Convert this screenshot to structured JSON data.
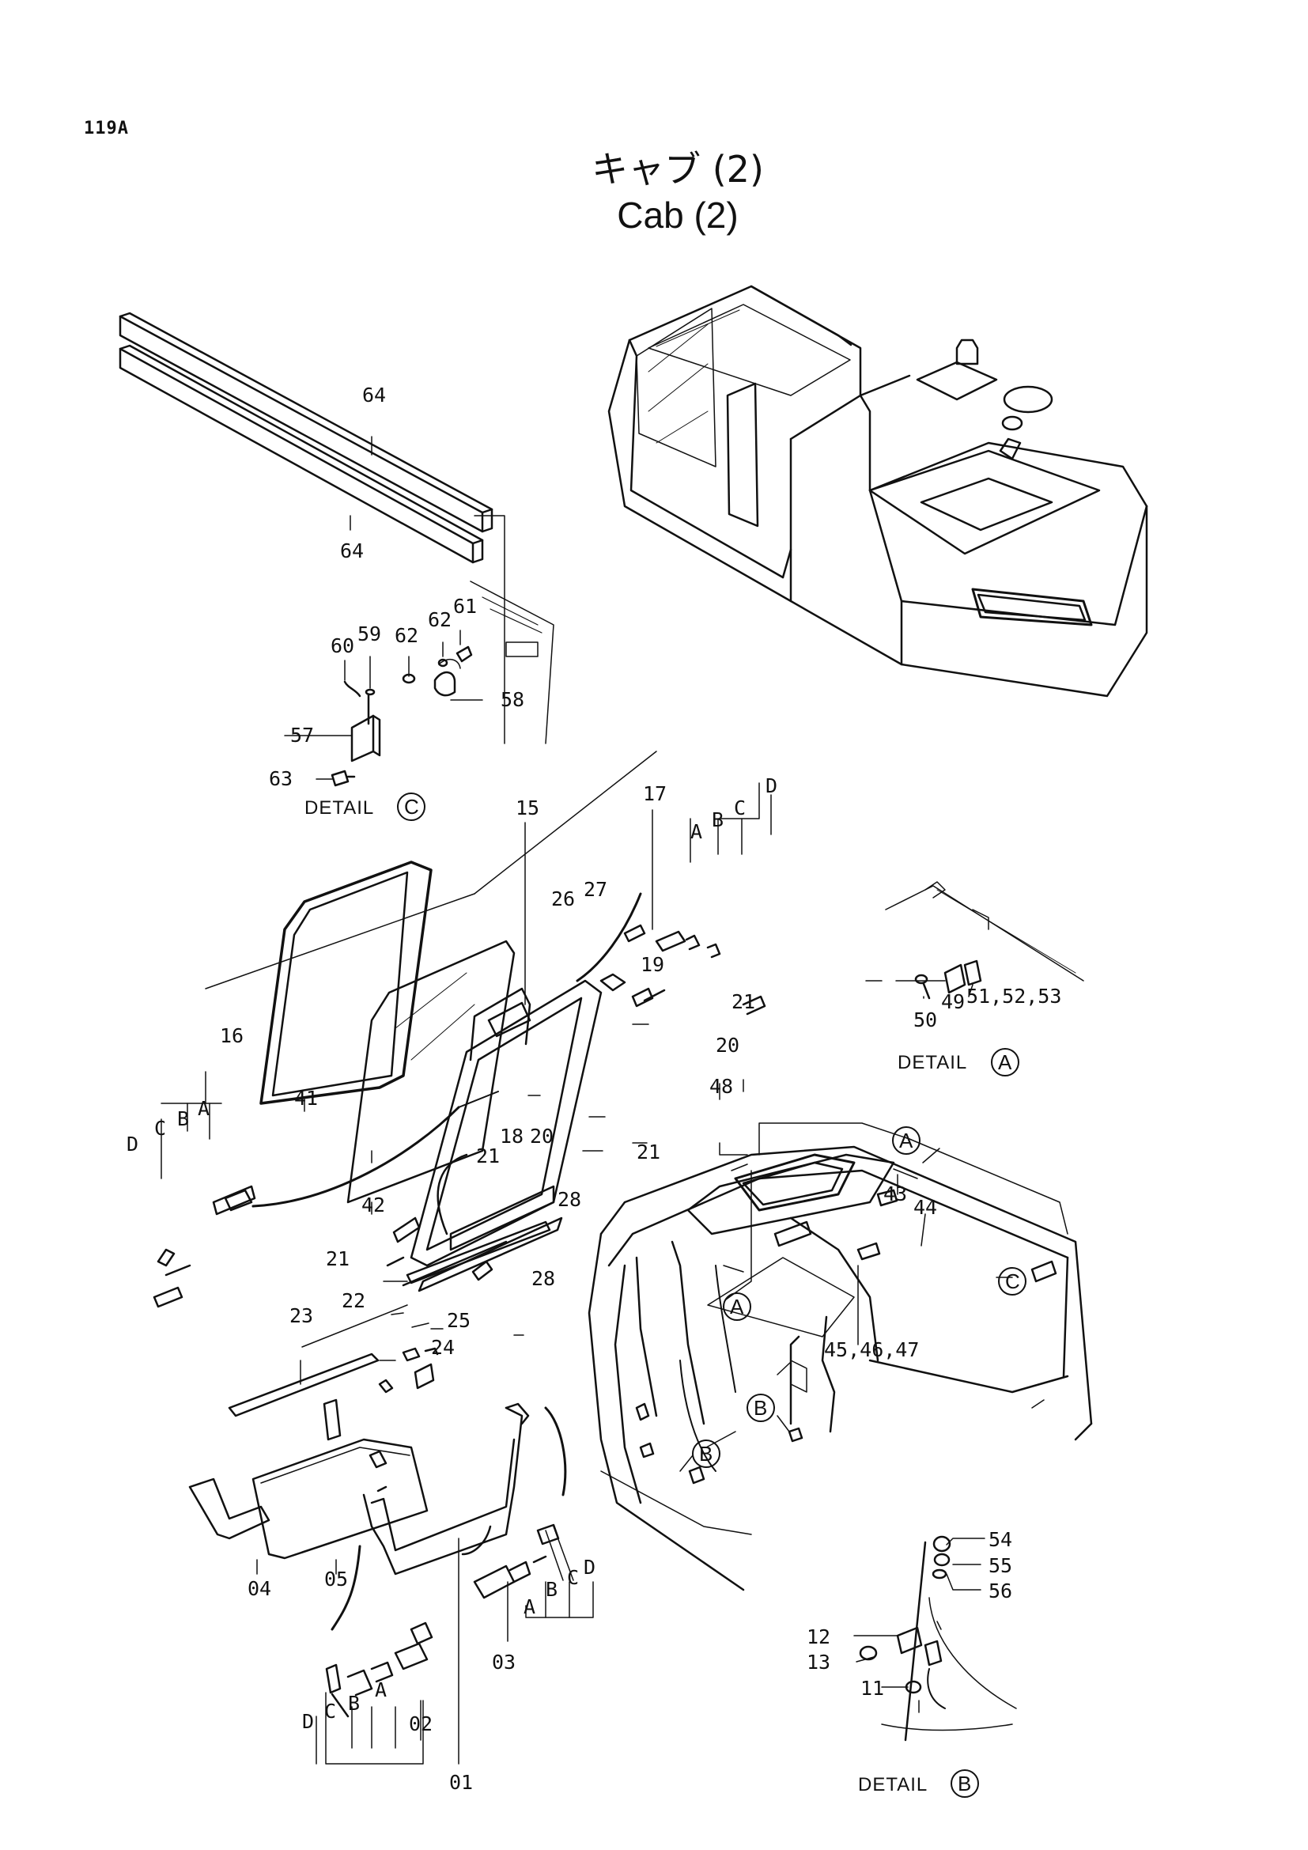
{
  "page_code": "119A",
  "title_jp": "キャブ (2)",
  "title_en": "Cab (2)",
  "details": {
    "prefix": "DETAIL",
    "a": "A",
    "b": "B",
    "c": "C"
  },
  "callouts": {
    "A": "A",
    "B": "B",
    "C": "C",
    "D": "D"
  },
  "part_numbers": {
    "p01": "01",
    "p02": "02",
    "p03": "03",
    "p04": "04",
    "p05": "05",
    "p11": "11",
    "p12": "12",
    "p13": "13",
    "p15": "15",
    "p16": "16",
    "p17": "17",
    "p18": "18",
    "p19": "19",
    "p20": "20",
    "p21": "21",
    "p22": "22",
    "p23": "23",
    "p24": "24",
    "p25": "25",
    "p26": "26",
    "p27": "27",
    "p28": "28",
    "p41": "41",
    "p42": "42",
    "p43": "43",
    "p44": "44",
    "p45_47": "45,46,47",
    "p48": "48",
    "p49": "49",
    "p50": "50",
    "p51_53": "51,52,53",
    "p54": "54",
    "p55": "55",
    "p56": "56",
    "p57": "57",
    "p58": "58",
    "p59": "59",
    "p60": "60",
    "p61": "61",
    "p62": "62",
    "p63": "63",
    "p64": "64"
  }
}
